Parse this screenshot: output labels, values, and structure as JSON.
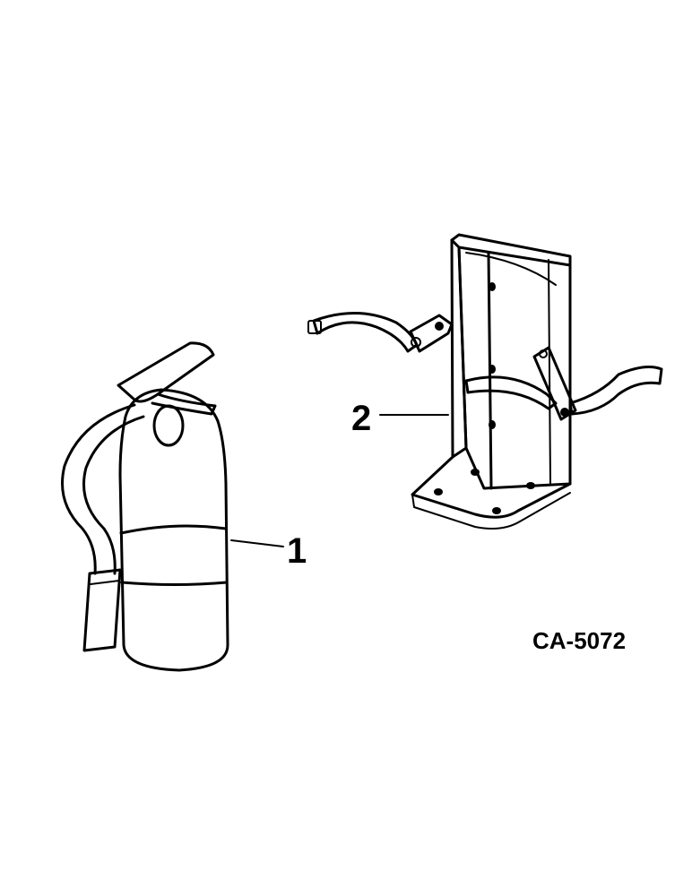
{
  "diagram": {
    "callouts": {
      "extinguisher": "1",
      "bracket": "2"
    },
    "figure_code": "CA-5072"
  }
}
